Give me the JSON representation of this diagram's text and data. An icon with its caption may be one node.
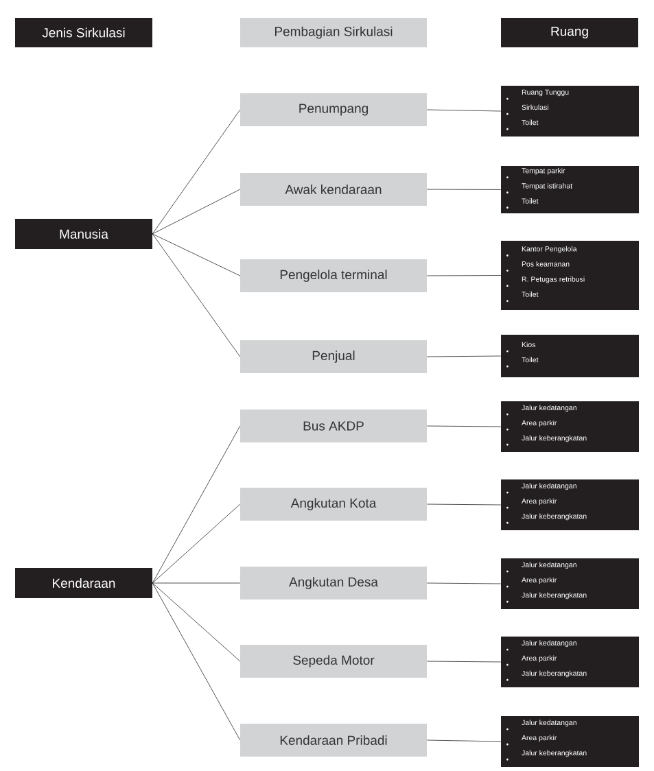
{
  "diagram": {
    "nodes": [
      {
        "text": [
          "Jenis Sirkulasi"
        ]
      },
      {
        "text": [
          "Pembagian Sirkulasi"
        ]
      },
      {
        "text": [
          "Ruang"
        ]
      },
      {
        "text": [
          "Manusia"
        ]
      },
      {
        "text": [
          "Penumpang"
        ]
      },
      {
        "text": [
          "Ruang Tunggu",
          "Sirkulasi",
          "Toilet"
        ]
      },
      {
        "text": [
          "Awak kendaraan"
        ]
      },
      {
        "text": [
          "Tempat parkir",
          "Tempat istirahat",
          "Toilet"
        ]
      },
      {
        "text": [
          "Pengelola terminal"
        ]
      },
      {
        "text": [
          "Kantor Pengelola",
          "Pos keamanan",
          "R. Petugas retribusi",
          "Toilet"
        ]
      },
      {
        "text": [
          "Penjual"
        ]
      },
      {
        "text": [
          "Kios",
          "Toilet"
        ]
      },
      {
        "text": [
          "Kendaraan"
        ]
      },
      {
        "text": [
          "Bus AKDP"
        ]
      },
      {
        "text": [
          "Jalur kedatangan",
          "Area parkir",
          "Jalur keberangkatan"
        ]
      },
      {
        "text": [
          "Angkutan Kota"
        ]
      },
      {
        "text": [
          "Jalur kedatangan",
          "Area parkir",
          "Jalur keberangkatan"
        ]
      },
      {
        "text": [
          "Angkutan Desa"
        ]
      },
      {
        "text": [
          "Jalur kedatangan",
          "Area parkir",
          "Jalur keberangkatan"
        ]
      },
      {
        "text": [
          "Sepeda Motor"
        ]
      },
      {
        "text": [
          "Jalur kedatangan",
          "Area parkir",
          "Jalur keberangkatan"
        ]
      },
      {
        "text": [
          "Kendaraan Pribadi"
        ]
      },
      {
        "text": [
          "Jalur kedatangan",
          "Area parkir",
          "Jalur keberangkatan"
        ]
      }
    ],
    "edges": [
      {
        "from": 3,
        "to": 4,
        "arrow": "none"
      },
      {
        "from": 3,
        "to": 6,
        "arrow": "none"
      },
      {
        "from": 3,
        "to": 8,
        "arrow": "none"
      },
      {
        "from": 3,
        "to": 10,
        "arrow": "none"
      },
      {
        "from": 4,
        "to": 5,
        "arrow": "none"
      },
      {
        "from": 6,
        "to": 7,
        "arrow": "none"
      },
      {
        "from": 8,
        "to": 9,
        "arrow": "none"
      },
      {
        "from": 10,
        "to": 11,
        "arrow": "none"
      },
      {
        "from": 12,
        "to": 13,
        "arrow": "none"
      },
      {
        "from": 12,
        "to": 15,
        "arrow": "none"
      },
      {
        "from": 12,
        "to": 17,
        "arrow": "none"
      },
      {
        "from": 12,
        "to": 19,
        "arrow": "none"
      },
      {
        "from": 12,
        "to": 21,
        "arrow": "none"
      },
      {
        "from": 13,
        "to": 14,
        "arrow": "none"
      },
      {
        "from": 15,
        "to": 16,
        "arrow": "none"
      },
      {
        "from": 17,
        "to": 18,
        "arrow": "none"
      },
      {
        "from": 19,
        "to": 20,
        "arrow": "none"
      },
      {
        "from": 21,
        "to": 22,
        "arrow": "none"
      }
    ]
  }
}
